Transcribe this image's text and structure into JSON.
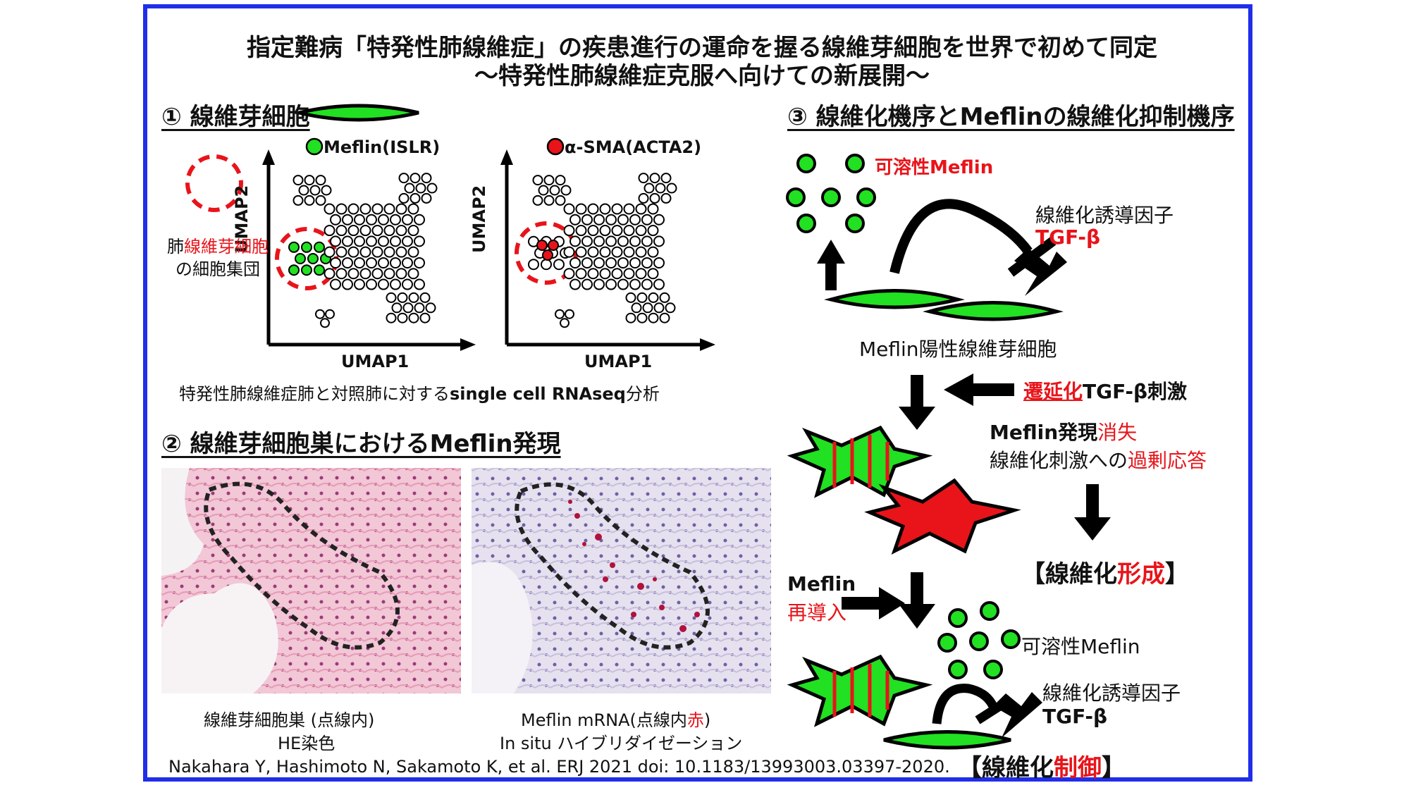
{
  "title": {
    "line1": "指定難病「特発性肺線維症」の疾患進行の運命を握る線維芽細胞を世界で初めて同定",
    "line2": "～特発性肺線維症克服へ向けての新展開～"
  },
  "section1": {
    "heading": "① 線維芽細胞",
    "legend_meflin": "Meflin(ISLR)",
    "legend_sma": "α-SMA(ACTA2)",
    "plot_ylabel": "UMAP2",
    "plot_xlabel": "UMAP1",
    "cluster_label_prefix": "肺",
    "cluster_label_red": "線維芽細胞",
    "cluster_label_line2": "の細胞集団",
    "caption_prefix": "特発性肺線維症肺と対照肺に対する",
    "caption_bold": "single cell RNAseq",
    "caption_suffix": "分析"
  },
  "section2": {
    "heading": "② 線維芽細胞巣におけるMeflin発現",
    "left_caption_line1": "線維芽細胞巣 (点線内)",
    "left_caption_line2": "HE染色",
    "right_caption_prefix": "Meflin mRNA(点線内",
    "right_caption_red": "赤",
    "right_caption_suffix": ")",
    "right_caption_line2": "In situ ハイブリダイゼーション"
  },
  "section3": {
    "heading": "③ 線維化機序とMeflinの線維化抑制機序",
    "soluble_meflin_top": "可溶性Meflin",
    "factor_label": "線維化誘導因子",
    "tgf": "TGF-β",
    "meflin_positive": "Meflin陽性線維芽細胞",
    "delayed_red": "遷延化",
    "delayed_rest": "TGF-β刺激",
    "loss_prefix": "Meflin発現",
    "loss_red": "消失",
    "over_prefix": "線維化刺激への",
    "over_red": "過剰応答",
    "formation_prefix": "【線維化",
    "formation_red": "形成",
    "formation_suffix": "】",
    "reintro_line1": "Meflin",
    "reintro_line2": "再導入",
    "soluble_meflin_bottom": "可溶性Meflin",
    "factor_label2": "線維化誘導因子",
    "tgf2": "TGF-β",
    "control_prefix": "【線維化",
    "control_red": "制御",
    "control_suffix": "】"
  },
  "citation": "Nakahara Y, Hashimoto N, Sakamoto K, et al. ERJ 2021 doi: 10.1183/13993003.03397-2020.",
  "colors": {
    "frame": "#1f2ee8",
    "green": "#22e022",
    "red": "#e8141a"
  }
}
